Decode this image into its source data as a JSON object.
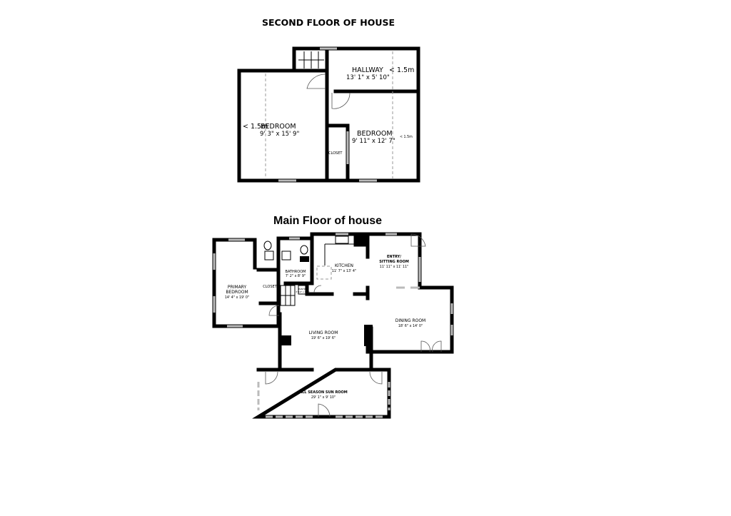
{
  "second_floor": {
    "title": "SECOND FLOOR OF HOUSE",
    "rooms": [
      {
        "name": "BEDROOM",
        "dims": "9' 3\" x 15' 9\"",
        "note": "< 1.5m"
      },
      {
        "name": "HALLWAY",
        "dims": "13' 1\" x 5' 10\"",
        "note": "< 1.5m"
      },
      {
        "name": "BEDROOM",
        "dims": "9' 11\" x 12' 7\"",
        "note": "< 1.5m"
      },
      {
        "name": "CLOSET"
      }
    ]
  },
  "main_floor": {
    "title": "Main Floor of house",
    "rooms": [
      {
        "name": "PRIMARY",
        "name2": "BEDROOM",
        "dims": "14' 4\" x 19' 0\""
      },
      {
        "name": "CLOSET"
      },
      {
        "name": "BATHROOM",
        "dims": "7' 2\" x 8' 9\""
      },
      {
        "name": "KITCHEN",
        "dims": "11' 7\" x 13' 4\""
      },
      {
        "name": "PANTRY",
        "dims": "3' 10\" x 3' 1\""
      },
      {
        "name": "ENTRY/",
        "name2": "SITTING ROOM",
        "dims": "11' 11\" x 11' 11\""
      },
      {
        "name": "DINING ROOM",
        "dims": "18' 6\" x 14' 0\""
      },
      {
        "name": "LIVING ROOM",
        "dims": "19' 6\" x 19' 6\""
      },
      {
        "name": "ALL SEASON SUN ROOM",
        "dims": "29' 1\" x 9' 10\""
      }
    ]
  }
}
